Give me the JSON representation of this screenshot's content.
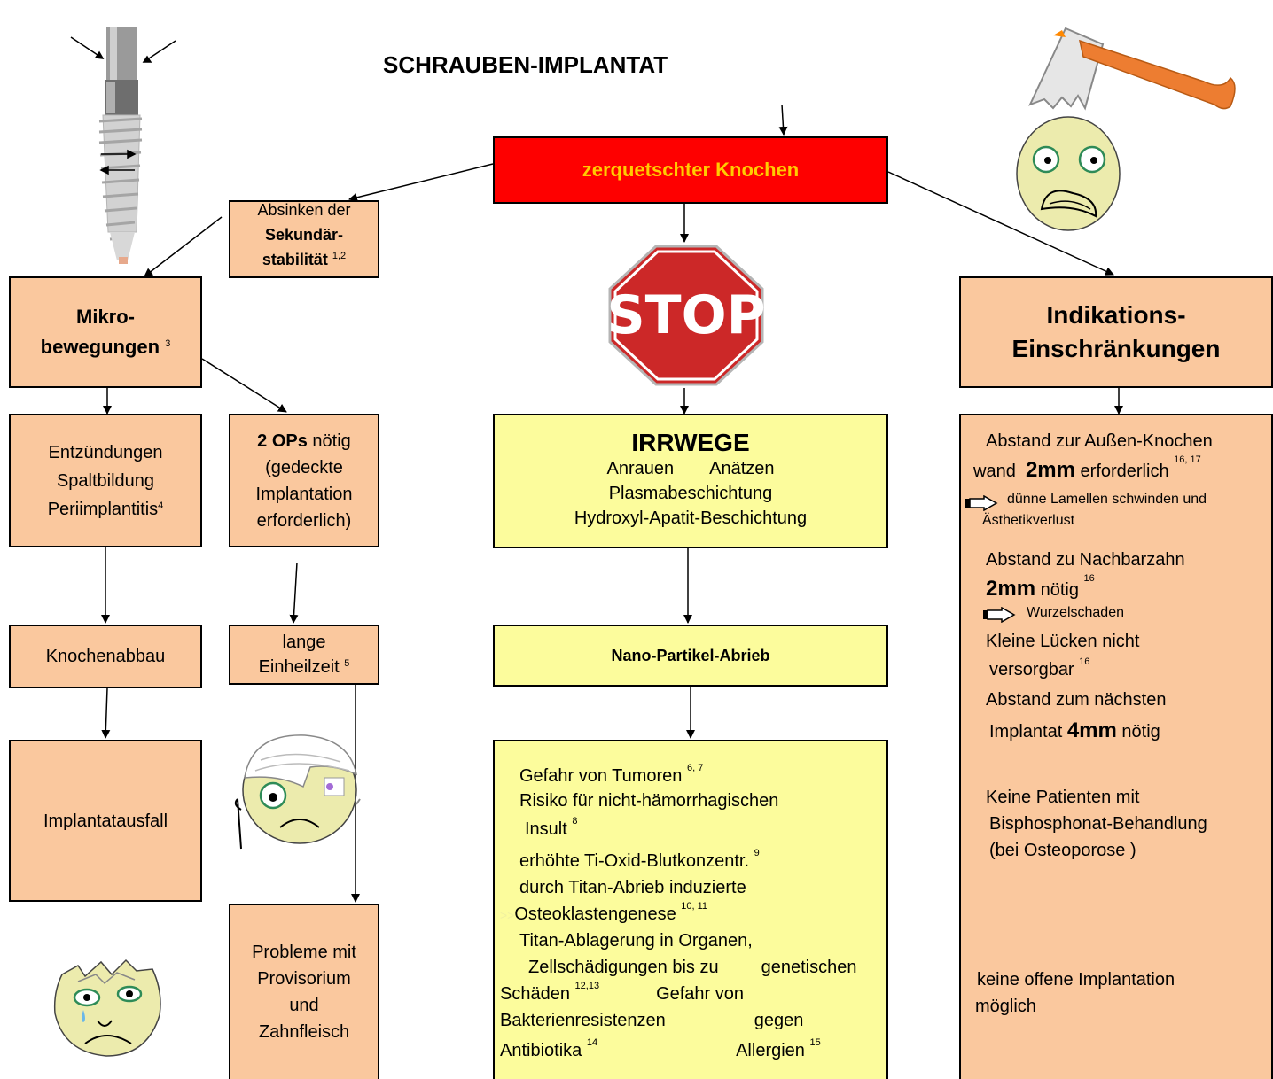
{
  "title": "SCHRAUBEN-IMPLANTAT",
  "top_box": "zerquetschter Knochen",
  "stop_sign": "STOP",
  "sekundaer": {
    "line1": "Absinken der",
    "line2": "Sekundär-",
    "line3": "stabilität",
    "sup": "1,2"
  },
  "mikro": {
    "line1": "Mikro-",
    "line2": "bewegungen",
    "sup": "3"
  },
  "entz": {
    "line1": "Entzündungen",
    "line2": "Spaltbildung",
    "line3": "Periimplantitis",
    "sup": "4"
  },
  "ops": {
    "bold": "2 OPs",
    "rest": " nötig",
    "line2": "(gedeckte",
    "line3": "Implantation",
    "line4": "erforderlich)"
  },
  "knochenabbau": "Knochenabbau",
  "einheil": {
    "line1": "lange",
    "line2": "Einheilzeit",
    "sup": "5"
  },
  "ausfall": "Implantatausfall",
  "probleme": {
    "line1": "Probleme mit",
    "line2": "Provisorium",
    "line3": "und",
    "line4": "Zahnfleisch"
  },
  "irrwege": {
    "title": "IRRWEGE",
    "line1a": "Anrauen",
    "line1b": "Anätzen",
    "line2": "Plasmabeschichtung",
    "line3": "Hydroxyl-Apatit-Beschichtung"
  },
  "nano": "Nano-Partikel-Abrieb",
  "risks": {
    "l1": "Gefahr von Tumoren",
    "l1s": "6, 7",
    "l2": "Risiko für nicht-hämorrhagischen",
    "l3": "Insult",
    "l3s": "8",
    "l4": "erhöhte Ti-Oxid-Blutkonzentr.",
    "l4s": "9",
    "l5": "durch Titan-Abrieb induzierte",
    "l6p": ">>",
    "l6": "Osteoklastengenese",
    "l6s": "10, 11",
    "l7": "Titan-Ablagerung in Organen,",
    "l8a": "Zellschädigungen bis zu",
    "l8b": "genetischen",
    "l9a": "Schäden",
    "l9s": "12,13",
    "l9b": "Gefahr von",
    "l10a": "Bakterienresistenzen",
    "l10b": "gegen",
    "l11a": "Antibiotika",
    "l11s": "14",
    "l11b": "Allergien",
    "l11s2": "15"
  },
  "indik": {
    "line1": "Indikations-",
    "line2": "Einschränkungen"
  },
  "indik_list": {
    "a1": "Abstand zur Außen-Knochen",
    "a2a": "wand",
    "a2b": "2mm",
    "a2c": "erforderlich",
    "a2s": "16, 17",
    "a3": "dünne Lamellen schwinden und",
    "a4": "Ästhetikverlust",
    "b1": "Abstand zu Nachbarzahn",
    "b2a": "2mm",
    "b2b": "nötig",
    "b2s": "16",
    "b3": "Wurzelschaden",
    "c1": "Kleine Lücken nicht",
    "c2": "versorgbar",
    "c2s": "16",
    "d1": "Abstand zum nächsten",
    "d2a": "Implantat",
    "d2b": "4mm",
    "d2c": "nötig",
    "e1": "Keine Patienten mit",
    "e2": "Bisphosphonat-Behandlung",
    "e3": "(bei Osteoporose )",
    "f1": "keine offene Implantation",
    "f2": "möglich"
  },
  "colors": {
    "orange": "#fac89e",
    "yellow": "#fcfc9c",
    "red": "#fe0000",
    "orange_title": "#ffcc00"
  },
  "icons": [
    "implant-screw-icon",
    "stop-sign-icon",
    "axe-icon",
    "worried-face-icon",
    "bandaged-face-icon",
    "cracked-crying-face-icon",
    "arrow-right-outline-icon"
  ]
}
